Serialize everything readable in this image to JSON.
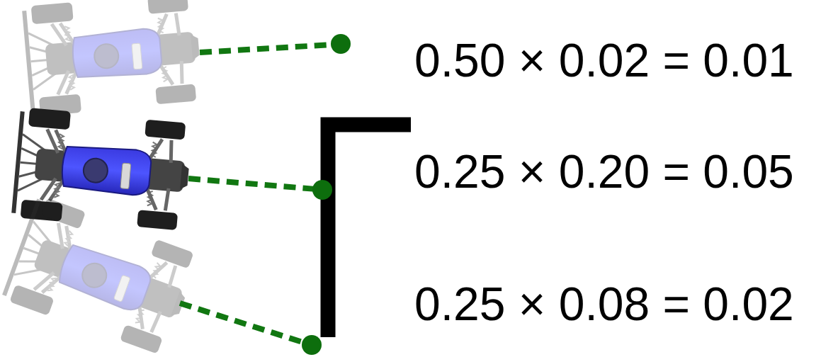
{
  "diagram": {
    "labels": [
      "0.50 × 0.02 = 0.01",
      "0.25 × 0.20 = 0.05",
      "0.25 × 0.08 = 0.02"
    ]
  }
}
